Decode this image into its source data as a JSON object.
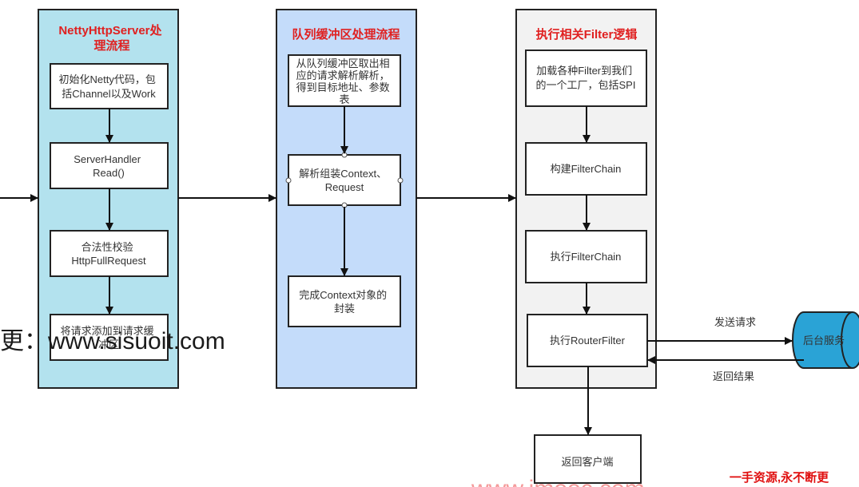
{
  "columns": {
    "netty": {
      "title": [
        "NettyHttpServer处",
        "理流程"
      ],
      "steps": [
        [
          "初始化Netty代码，包",
          "括Channel以及Work"
        ],
        [
          "ServerHandler",
          "Read()"
        ],
        [
          "合法性校验",
          "HttpFullRequest"
        ],
        [
          "将请求添加到请求缓",
          "冲区"
        ]
      ]
    },
    "queue": {
      "title": [
        "队列缓冲区处理流程"
      ],
      "steps": [
        [
          "从队列缓冲区取出相",
          "应的请求解析解析，",
          "得到目标地址、参数",
          "表"
        ],
        [
          "解析组装Context、",
          "Request"
        ],
        [
          "完成Context对象的",
          "封装"
        ]
      ]
    },
    "filter": {
      "title": [
        "执行相关Filter逻辑"
      ],
      "steps": [
        [
          "加载各种Filter到我们",
          "的一个工厂，包括SPI"
        ],
        [
          "构建FilterChain"
        ],
        [
          "执行FilterChain"
        ],
        [
          "执行RouterFilter"
        ]
      ]
    }
  },
  "backend": {
    "label": "后台服务"
  },
  "client": {
    "label": "返回客户端"
  },
  "edges": {
    "send": "发送请求",
    "return": "返回结果"
  },
  "watermarks": {
    "site": "更：www.sisuoit.com",
    "slogan": "一手资源,永不断更",
    "bottom": "www.imooc.com"
  },
  "colors": {
    "netty_bg": "#b3e2ee",
    "queue_bg": "#c4dcfa",
    "filter_bg": "#f2f2f2",
    "cylinder": "#2aa3d6",
    "title": "#e02020"
  }
}
